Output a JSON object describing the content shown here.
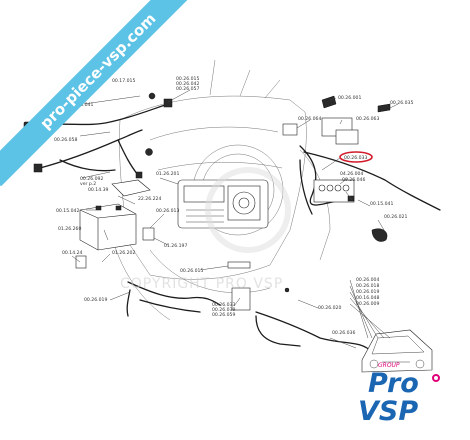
{
  "watermark": {
    "url_banner": "pro-piece-vsp.com",
    "copyright": "COPYRIGHT PRO VSP"
  },
  "brand": {
    "group": "GROUP",
    "line1": "Pro",
    "line2": "VSP",
    "accent_color": "#e0007a",
    "primary_color": "#1a66b3",
    "banner_color": "#5cc3e6"
  },
  "highlight": {
    "code": "00.26.033",
    "color": "#d11a2a"
  },
  "callouts": [
    "00.17.015",
    "00.26.041",
    "00.26.015",
    "00.26.042",
    "00.26.057",
    "00.26.058",
    "00.26.092",
    "ver p.2",
    "00.14.39",
    "00.15.042",
    "01.26.260",
    "22.26.224",
    "01.26.201",
    "00.26.013",
    "00.14.24",
    "01.26.202",
    "01.26.197",
    "00.26.019",
    "00.26.015",
    "00.26.033",
    "00.26.039",
    "00.26.059",
    "00.26.001",
    "00.26.035",
    "00.26.064",
    "00.26.063",
    "04.26.004",
    "00.26.046",
    "00.15.041",
    "00.26.021",
    "00.26.020",
    "00.26.004",
    "00.26.018",
    "00.26.019",
    "00.16.048",
    "00.26.009",
    "00.26.036"
  ]
}
